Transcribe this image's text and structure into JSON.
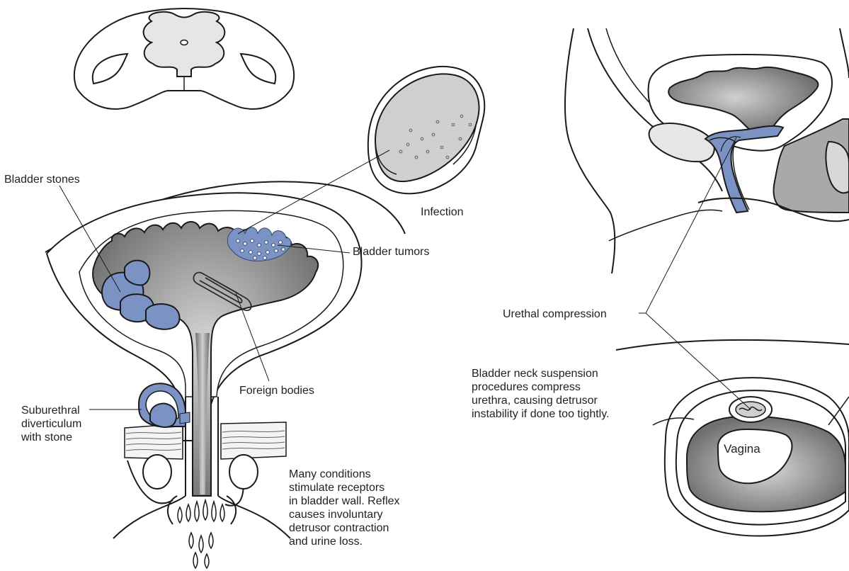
{
  "labels": {
    "bladder_stones": "Bladder stones",
    "infection": "Infection",
    "bladder_tumors": "Bladder tumors",
    "foreign_bodies": "Foreign bodies",
    "suburethral_diverticulum": "Suburethral\ndiverticulum\nwith stone",
    "many_conditions": "Many conditions\nstimulate receptors\nin bladder wall.  Reflex\ncauses involuntary\ndetrusor contraction\nand urine loss.",
    "urethral_compression": "Urethal compression",
    "bladder_neck_suspension": "Bladder neck suspension\nprocedures compress\nurethra, causing detrusor\ninstability if done too tightly.",
    "vagina": "Vagina"
  },
  "colors": {
    "outline": "#1a1a1a",
    "blue_highlight": "#7b93c4",
    "lumen_dark": "#6e6e6e",
    "lumen_light": "#d6d6d6",
    "tissue_gray": "#a9a9a9",
    "pale_gray": "#e6e6e6"
  }
}
